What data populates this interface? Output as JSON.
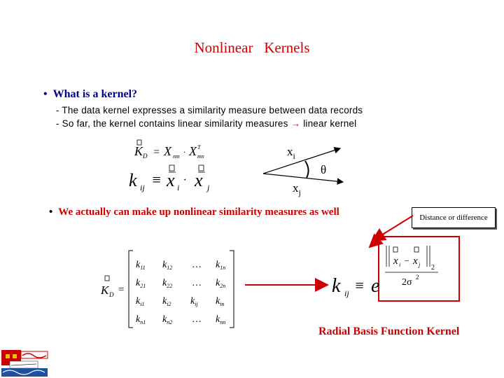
{
  "slide": {
    "title_word1": "Nonlinear",
    "title_word2": "Kernels",
    "bullet1": "What is a kernel?",
    "sub1": "- The data kernel expresses a similarity measure between data records",
    "sub2_prefix": "- So far, the kernel contains linear similarity measures ",
    "sub2_arrow": "→",
    "sub2_suffix": " linear kernel",
    "bullet2": "We actually can make up nonlinear similarity measures as well",
    "note_box": "Distance or difference",
    "rbf_label": "Radial Basis Function Kernel",
    "vector_xi": "x",
    "vector_xi_sub": "i",
    "vector_xj": "x",
    "vector_xj_sub": "j",
    "angle_symbol": "θ",
    "bullet_glyph": "•"
  },
  "colors": {
    "title": "#cc0000",
    "bullet1": "#000080",
    "bullet2": "#cc0000",
    "arrow": "#cc0000"
  }
}
